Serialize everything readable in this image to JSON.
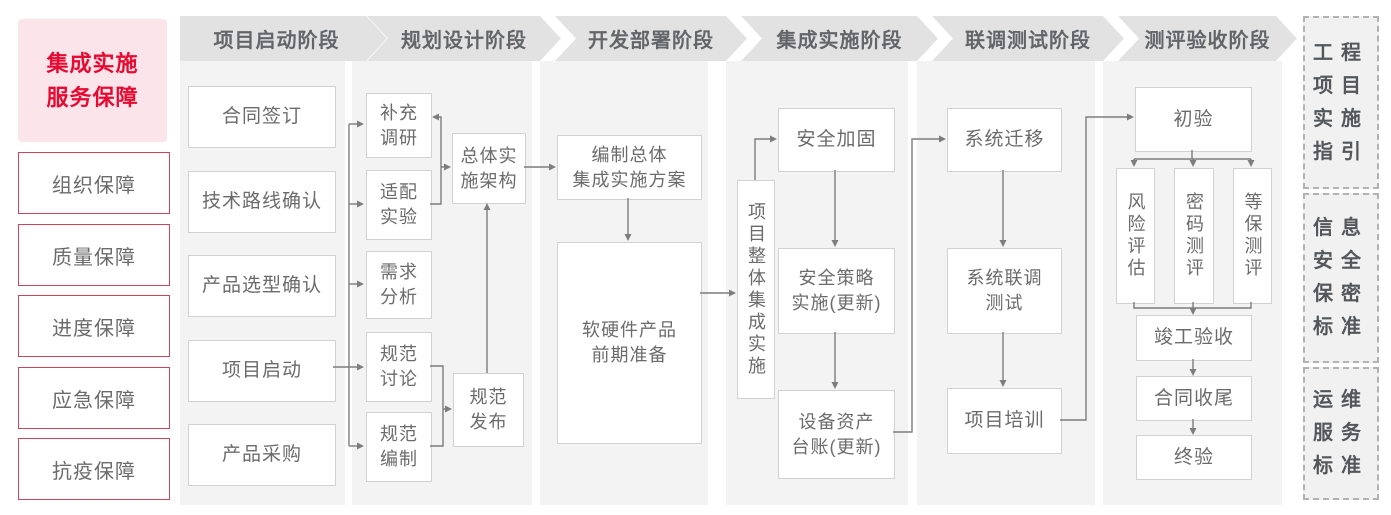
{
  "sidebar": {
    "title": [
      "集成实施",
      "服务保障"
    ],
    "items": [
      {
        "label": "组织保障"
      },
      {
        "label": "质量保障"
      },
      {
        "label": "进度保障"
      },
      {
        "label": "应急保障"
      },
      {
        "label": "抗疫保障"
      }
    ]
  },
  "phases": [
    {
      "header": "项目启动阶段",
      "boxes": [
        {
          "label": "合同签订"
        },
        {
          "label": "技术路线确认"
        },
        {
          "label": "产品选型确认"
        },
        {
          "label": "项目启动"
        },
        {
          "label": "产品采购"
        }
      ]
    },
    {
      "header": "规划设计阶段",
      "boxes": [
        {
          "label": [
            "补充",
            "调研"
          ]
        },
        {
          "label": [
            "适配",
            "实验"
          ]
        },
        {
          "label": [
            "需求",
            "分析"
          ]
        },
        {
          "label": [
            "规范",
            "讨论"
          ]
        },
        {
          "label": [
            "规范",
            "编制"
          ]
        },
        {
          "label": [
            "总体实",
            "施架构"
          ]
        },
        {
          "label": [
            "规范",
            "发布"
          ]
        }
      ]
    },
    {
      "header": "开发部署阶段",
      "boxes": [
        {
          "label": [
            "编制总体",
            "集成实施方案"
          ]
        },
        {
          "label": [
            "软硬件产品",
            "前期准备"
          ]
        }
      ]
    },
    {
      "header": "集成实施阶段",
      "boxes": [
        {
          "label": "项目整体集成实施"
        },
        {
          "label": "安全加固"
        },
        {
          "label": [
            "安全策略",
            "实施(更新)"
          ]
        },
        {
          "label": [
            "设备资产",
            "台账(更新)"
          ]
        }
      ]
    },
    {
      "header": "联调测试阶段",
      "boxes": [
        {
          "label": "系统迁移"
        },
        {
          "label": [
            "系统联调",
            "测试"
          ]
        },
        {
          "label": "项目培训"
        }
      ]
    },
    {
      "header": "测评验收阶段",
      "boxes": [
        {
          "label": "初验"
        },
        {
          "label": "风险评估"
        },
        {
          "label": "密码测评"
        },
        {
          "label": "等保测评"
        },
        {
          "label": "竣工验收"
        },
        {
          "label": "合同收尾"
        },
        {
          "label": "终验"
        }
      ]
    }
  ],
  "side_tags": [
    {
      "label": [
        "工程",
        "项目",
        "实施",
        "指引"
      ]
    },
    {
      "label": [
        "信息",
        "安全",
        "保密",
        "标准"
      ]
    },
    {
      "label": [
        "运维",
        "服务",
        "标准"
      ]
    }
  ],
  "colors": {
    "accent_red": "#e60b33",
    "pink_bg": "#fbe5ea",
    "red_border": "#c9465c",
    "banner_gray": "#e2e2e3",
    "panel_gray": "#f3f3f4",
    "box_border": "#d2d2d3",
    "text_gray": "#6b6b6b",
    "line_gray": "#7d7d7d"
  }
}
